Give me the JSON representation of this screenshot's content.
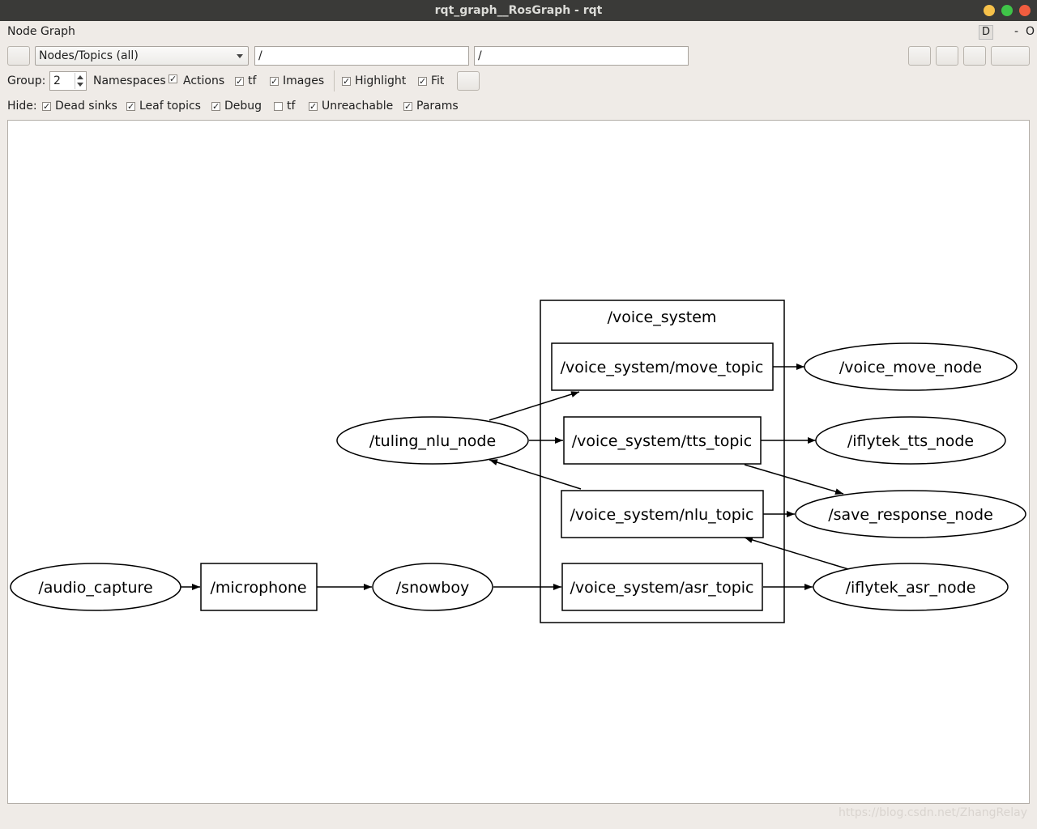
{
  "window": {
    "title": "rqt_graph__RosGraph - rqt"
  },
  "plugin": {
    "title": "Node Graph",
    "header_buttons": [
      "D",
      "-",
      "O"
    ]
  },
  "toolbar": {
    "mode_combo": "Nodes/Topics (all)",
    "node_filter": "/",
    "topic_filter": "/"
  },
  "group_row": {
    "group_label": "Group:",
    "group_value": "2",
    "namespaces": {
      "label": "Namespaces",
      "checked": true
    },
    "actions": {
      "label": "Actions",
      "checked": true
    },
    "tf": {
      "label": "tf",
      "checked": true
    },
    "images": {
      "label": "Images",
      "checked": true
    },
    "highlight": {
      "label": "Highlight",
      "checked": true
    },
    "fit": {
      "label": "Fit",
      "checked": true
    }
  },
  "hide_row": {
    "hide_label": "Hide:",
    "dead_sinks": {
      "label": "Dead sinks",
      "checked": true
    },
    "leaf_topics": {
      "label": "Leaf topics",
      "checked": true
    },
    "debug": {
      "label": "Debug",
      "checked": true
    },
    "tf": {
      "label": "tf",
      "checked": false
    },
    "unreachable": {
      "label": "Unreachable",
      "checked": true
    },
    "params": {
      "label": "Params",
      "checked": true
    }
  },
  "graph": {
    "cluster_label": "/voice_system",
    "nodes": {
      "audio_capture": "/audio_capture",
      "microphone": "/microphone",
      "snowboy": "/snowboy",
      "tuling_nlu_node": "/tuling_nlu_node",
      "move_topic": "/voice_system/move_topic",
      "tts_topic": "/voice_system/tts_topic",
      "nlu_topic": "/voice_system/nlu_topic",
      "asr_topic": "/voice_system/asr_topic",
      "voice_move_node": "/voice_move_node",
      "iflytek_tts_node": "/iflytek_tts_node",
      "save_response_node": "/save_response_node",
      "iflytek_asr_node": "/iflytek_asr_node"
    }
  },
  "watermark": "https://blog.csdn.net/ZhangRelay"
}
